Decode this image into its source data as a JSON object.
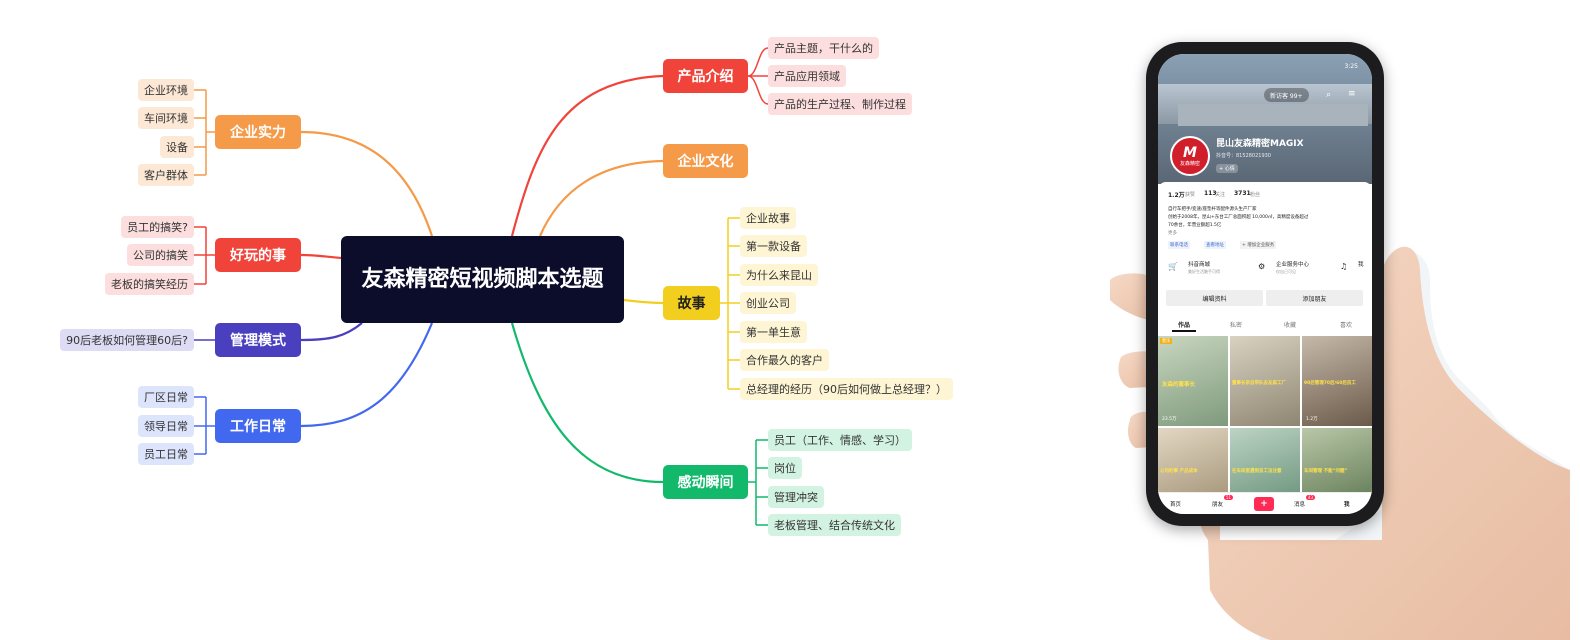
{
  "mindmap": {
    "root": "友森精密短视频脚本选题",
    "branches": {
      "product": {
        "label": "产品介绍",
        "color": "#f0443a",
        "leaves": [
          "产品主题，干什么的",
          "产品应用领域",
          "产品的生产过程、制作过程"
        ]
      },
      "culture": {
        "label": "企业文化",
        "color": "#f49a48"
      },
      "story": {
        "label": "故事",
        "color": "#f2cf1f",
        "leaves": [
          "企业故事",
          "第一款设备",
          "为什么来昆山",
          "创业公司",
          "第一单生意",
          "合作最久的客户",
          "总经理的经历（90后如何做上总经理？）"
        ]
      },
      "moving": {
        "label": "感动瞬间",
        "color": "#12b96b",
        "leaves": [
          "员工（工作、情感、学习）",
          "岗位",
          "管理冲突",
          "老板管理、结合传统文化"
        ]
      },
      "strength": {
        "label": "企业实力",
        "color": "#f49a48",
        "leaves": [
          "企业环境",
          "车间环境",
          "设备",
          "客户群体"
        ]
      },
      "fun": {
        "label": "好玩的事",
        "color": "#f0443a",
        "leaves": [
          "员工的搞笑?",
          "公司的搞笑",
          "老板的搞笑经历"
        ]
      },
      "management": {
        "label": "管理模式",
        "color": "#4a3fbf",
        "leaves": [
          "90后老板如何管理60后?"
        ]
      },
      "daily": {
        "label": "工作日常",
        "color": "#4368f0",
        "leaves": [
          "厂区日常",
          "领导日常",
          "员工日常"
        ]
      }
    }
  },
  "phone": {
    "status_time": "3:25",
    "visitors": "新访客 99+",
    "account_name": "昆山友森精密MAGIX",
    "douyin_id": "抖音号：81528021930",
    "add_tag": "+ 心情",
    "logo_text": "友森精密",
    "stats": {
      "likes": "1.2万",
      "likes_label": "获赞",
      "following": "113",
      "following_label": "关注",
      "followers": "3731",
      "followers_label": "粉丝"
    },
    "bio_1": "自行车把手/变速/座垫杆等配件源头生产厂家",
    "bio_2": "创始于2008年，昆山+东台工厂总面积超 10,000㎡，高精度设备超过",
    "bio_3": "70余台，年营业额超1.5亿",
    "bio_more": "更多",
    "tags": [
      "联系电话",
      "查看地址",
      "+ 增加企业服务"
    ],
    "services": [
      {
        "title": "抖音商城",
        "sub": "美好生活触手可得"
      },
      {
        "title": "企业服务中心",
        "sub": "仅自己可见"
      },
      {
        "title": "我",
        "sub": ""
      }
    ],
    "edit_button": "编辑资料",
    "add_friend_button": "添加朋友",
    "tabs": [
      "作品",
      "私密",
      "收藏",
      "喜欢"
    ],
    "thumbs": [
      {
        "text": "友森的董事长",
        "pinned": "置顶",
        "views": "23.5万"
      },
      {
        "text": "董事长亲自带队去友森工厂",
        "views": ""
      },
      {
        "text": "90后管理70后/60后员工",
        "views": "1.2万"
      },
      {
        "text": "公司的事 产品成本",
        "views": ""
      },
      {
        "text": "在车间里遇到员工没注意",
        "views": ""
      },
      {
        "text": "车间管理 不能“问题”",
        "views": ""
      }
    ],
    "nav": {
      "home": "首页",
      "friends": "朋友",
      "friends_badge": "51",
      "plus": "+",
      "messages": "消息",
      "messages_badge": "43",
      "me": "我"
    }
  }
}
